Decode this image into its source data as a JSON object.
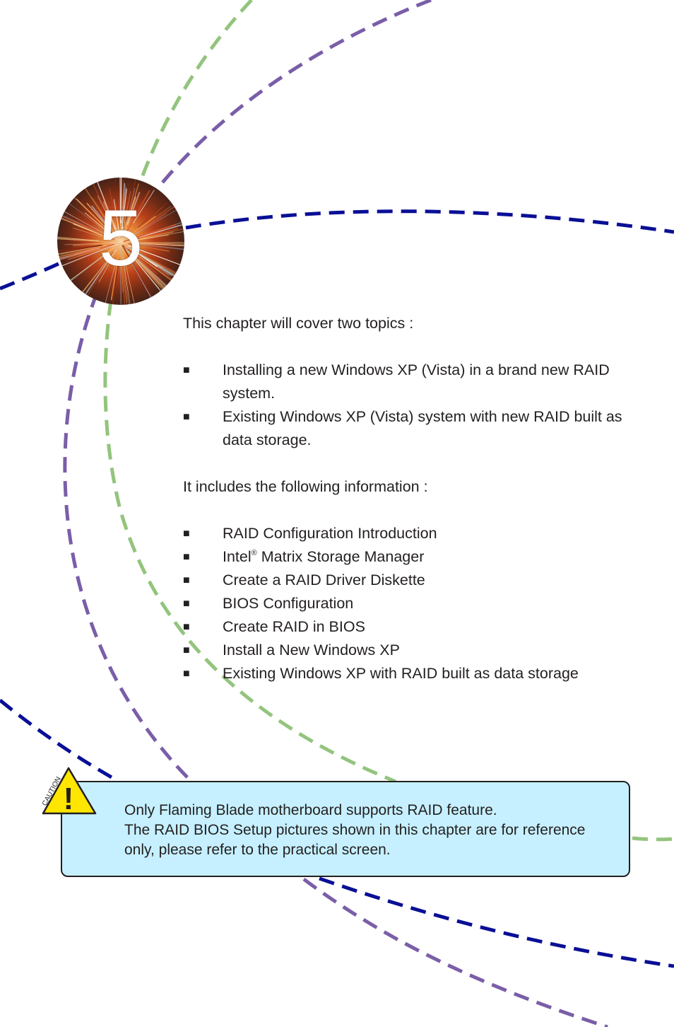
{
  "chapter": {
    "number": "5"
  },
  "intro": {
    "heading": "This chapter will cover two topics :",
    "topics": [
      {
        "bullet": "■",
        "lines": [
          "Installing a new Windows XP (Vista) in a brand new RAID",
          "system."
        ]
      },
      {
        "bullet": "■",
        "lines": [
          "Existing Windows XP (Vista) system with new RAID built as",
          "data storage."
        ]
      }
    ]
  },
  "info": {
    "heading": "It includes the following information :",
    "items": [
      {
        "bullet": "■",
        "text": "RAID Configuration Introduction"
      },
      {
        "bullet": "■",
        "text_before": "Intel",
        "sup": "®",
        "text_after": " Matrix Storage Manager"
      },
      {
        "bullet": "■",
        "text": "Create a RAID Driver Diskette"
      },
      {
        "bullet": "■",
        "text": "BIOS Configuration"
      },
      {
        "bullet": "■",
        "text": "Create RAID in BIOS"
      },
      {
        "bullet": "■",
        "text": "Install a New Windows XP"
      },
      {
        "bullet": "■",
        "text": "Existing Windows XP with RAID built as data storage"
      }
    ]
  },
  "caution": {
    "icon": "warning-triangle-icon",
    "icon_label": "CAUTION",
    "icon_glyph": "!",
    "lines": [
      "Only Flaming Blade motherboard supports RAID feature.",
      "The RAID BIOS Setup pictures shown in this chapter are for reference",
      "only, please refer to the practical screen."
    ]
  },
  "colors": {
    "arc_green": "#93c47d",
    "arc_purple": "#7a5ea8",
    "arc_navy": "#0a0f96",
    "caution_bg": "#c6f0ff",
    "warning_yellow": "#ffe600"
  }
}
